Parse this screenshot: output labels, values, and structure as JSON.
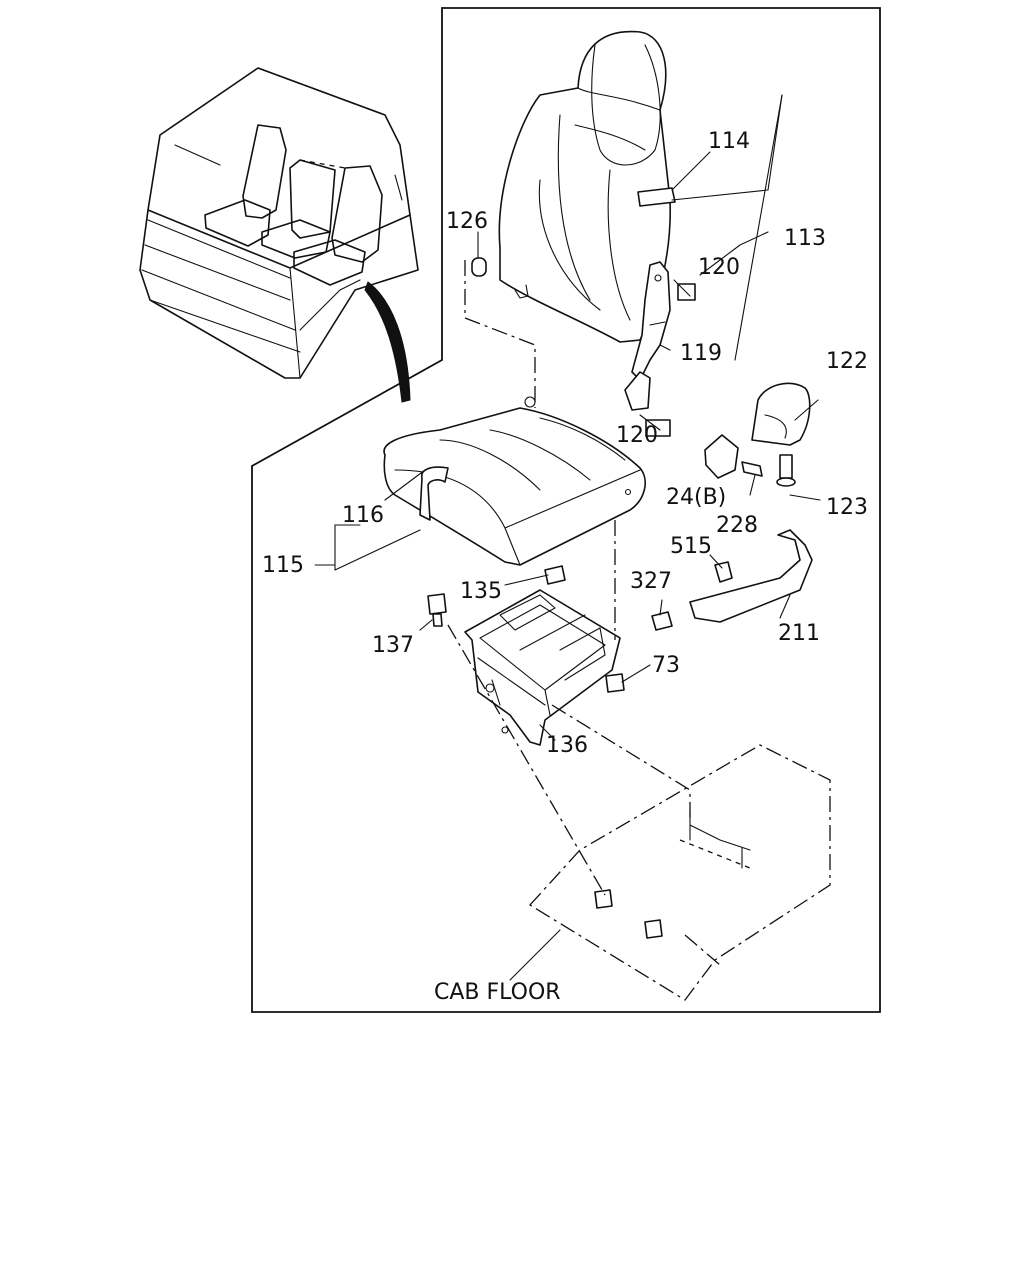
{
  "callouts": {
    "c114": "114",
    "c113": "113",
    "c126": "126",
    "c120a": "120",
    "c119": "119",
    "c120b": "120",
    "c122": "122",
    "c24b": "24(B)",
    "c123": "123",
    "c228": "228",
    "c116": "116",
    "c115": "115",
    "c515": "515",
    "c135": "135",
    "c327": "327",
    "c137": "137",
    "c211": "211",
    "c73": "73",
    "c136": "136"
  },
  "cab_floor_label": "CAB FLOOR"
}
